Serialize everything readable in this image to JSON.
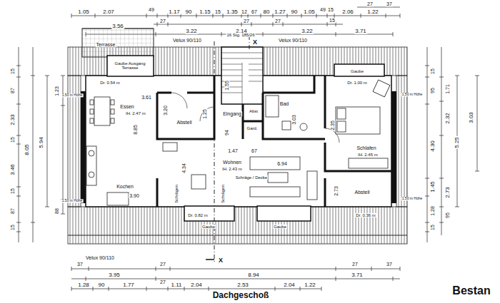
{
  "diagram": {
    "caption": "Dachgeschoß",
    "labels": [
      "1.05",
      "2.07",
      "49",
      "1.17",
      "90",
      "1.15",
      "15",
      "1.35",
      "12",
      "67",
      "80",
      "1.27",
      "90",
      "1.05",
      "49",
      "15",
      "2.06",
      "1.22",
      "27",
      "37",
      "27",
      "27",
      "27",
      "15",
      "3.56",
      "3.22",
      "2.14",
      "3.22",
      "3.71",
      "Velux 90/110",
      "16 Stg. 185/26",
      "X",
      "Velux 90/110",
      "15",
      "87",
      "2.33",
      "15",
      "3.46",
      "15",
      "87",
      "15",
      "8.05",
      "5.94",
      "1.23",
      "88",
      "15",
      "95",
      "4.30",
      "1.45",
      "1.28",
      "15",
      "1.71",
      "2.32",
      "5.25",
      "2.73",
      "95",
      "3.03",
      "Terrasse",
      "Gaube Ausgang Terrasse",
      "Dr. 0.54 m",
      "1.50 m Höhe",
      "3.61",
      "Essen",
      "lH. 2.47 m",
      "8.85",
      "3.20",
      "Abstell",
      "1.25",
      "1.55",
      "Eingang",
      "94",
      "Abst",
      "Gard.",
      "Bad",
      "3.03",
      "Gaube",
      "Dr. 1.00 m",
      "1.50 m Höhe",
      "2.35",
      "Schlafen",
      "lH. 2.45 m",
      "Kochen",
      "3.90",
      "4.34",
      "1.47",
      "67",
      "Wohnen",
      "lH. 2.43 m",
      "6.94",
      "Schräge / Decke",
      "Schrägen",
      "Schrägen",
      "2.73",
      "Abstell",
      "1.50 m Höhe",
      "1.50 m Höhe",
      "Dr. 0.82 m",
      "Dr. 0.36 m",
      "Gaube",
      "Gaube",
      "Velux 90/110",
      "X",
      "37",
      "27",
      "27",
      "37",
      "3.95",
      "8.94",
      "3.71",
      "1.28",
      "90",
      "1.77",
      "27",
      "1.11",
      "2.04",
      "2.53",
      "2.04",
      "1.22",
      "Bestan"
    ]
  }
}
